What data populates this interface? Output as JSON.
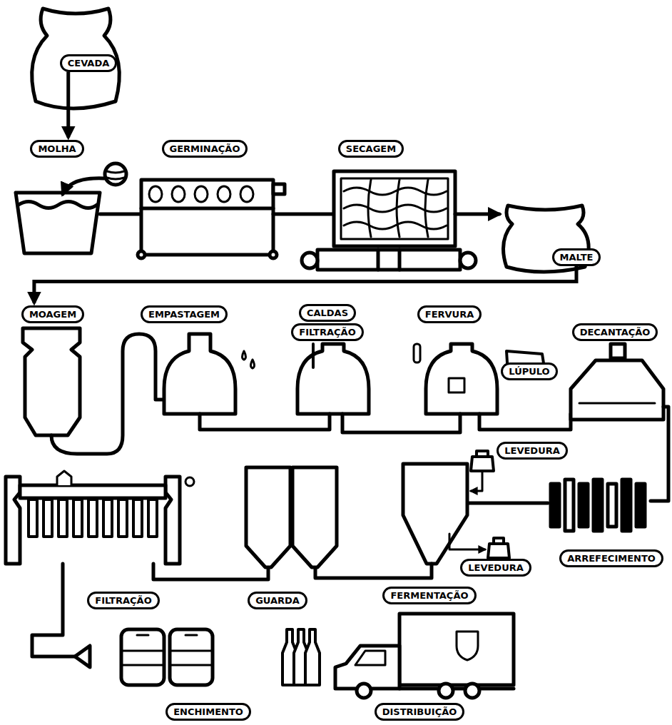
{
  "diagram": {
    "nodes": [
      {
        "text": [
          "CEVADA"
        ]
      },
      {
        "text": [
          "MOLHA"
        ]
      },
      {
        "text": [
          "GERMINAÇÃO"
        ]
      },
      {
        "text": [
          "SECAGEM"
        ]
      },
      {
        "text": [
          "MALTE"
        ]
      },
      {
        "text": [
          "MOAGEM"
        ]
      },
      {
        "text": [
          "EMPASTAGEM"
        ]
      },
      {
        "text": [
          "CALDAS"
        ]
      },
      {
        "text": [
          "FILTRAÇÃO"
        ]
      },
      {
        "text": [
          "FERVURA"
        ]
      },
      {
        "text": [
          "DECANTAÇÃO"
        ]
      },
      {
        "text": [
          "LÚPULO"
        ]
      },
      {
        "text": [
          "LEVEDURA"
        ]
      },
      {
        "text": [
          "LEVEDURA"
        ]
      },
      {
        "text": [
          "ARREFECIMENTO"
        ]
      },
      {
        "text": [
          "FILTRAÇÃO"
        ]
      },
      {
        "text": [
          "GUARDA"
        ]
      },
      {
        "text": [
          "FERMENTAÇÃO"
        ]
      },
      {
        "text": [
          "ENCHIMENTO"
        ]
      },
      {
        "text": [
          "DISTRIBUIÇÃO"
        ]
      }
    ],
    "edges": [
      {
        "from": 0,
        "to": 1,
        "arrow": "to"
      },
      {
        "from": 4,
        "to": 5,
        "arrow": "to"
      }
    ]
  }
}
